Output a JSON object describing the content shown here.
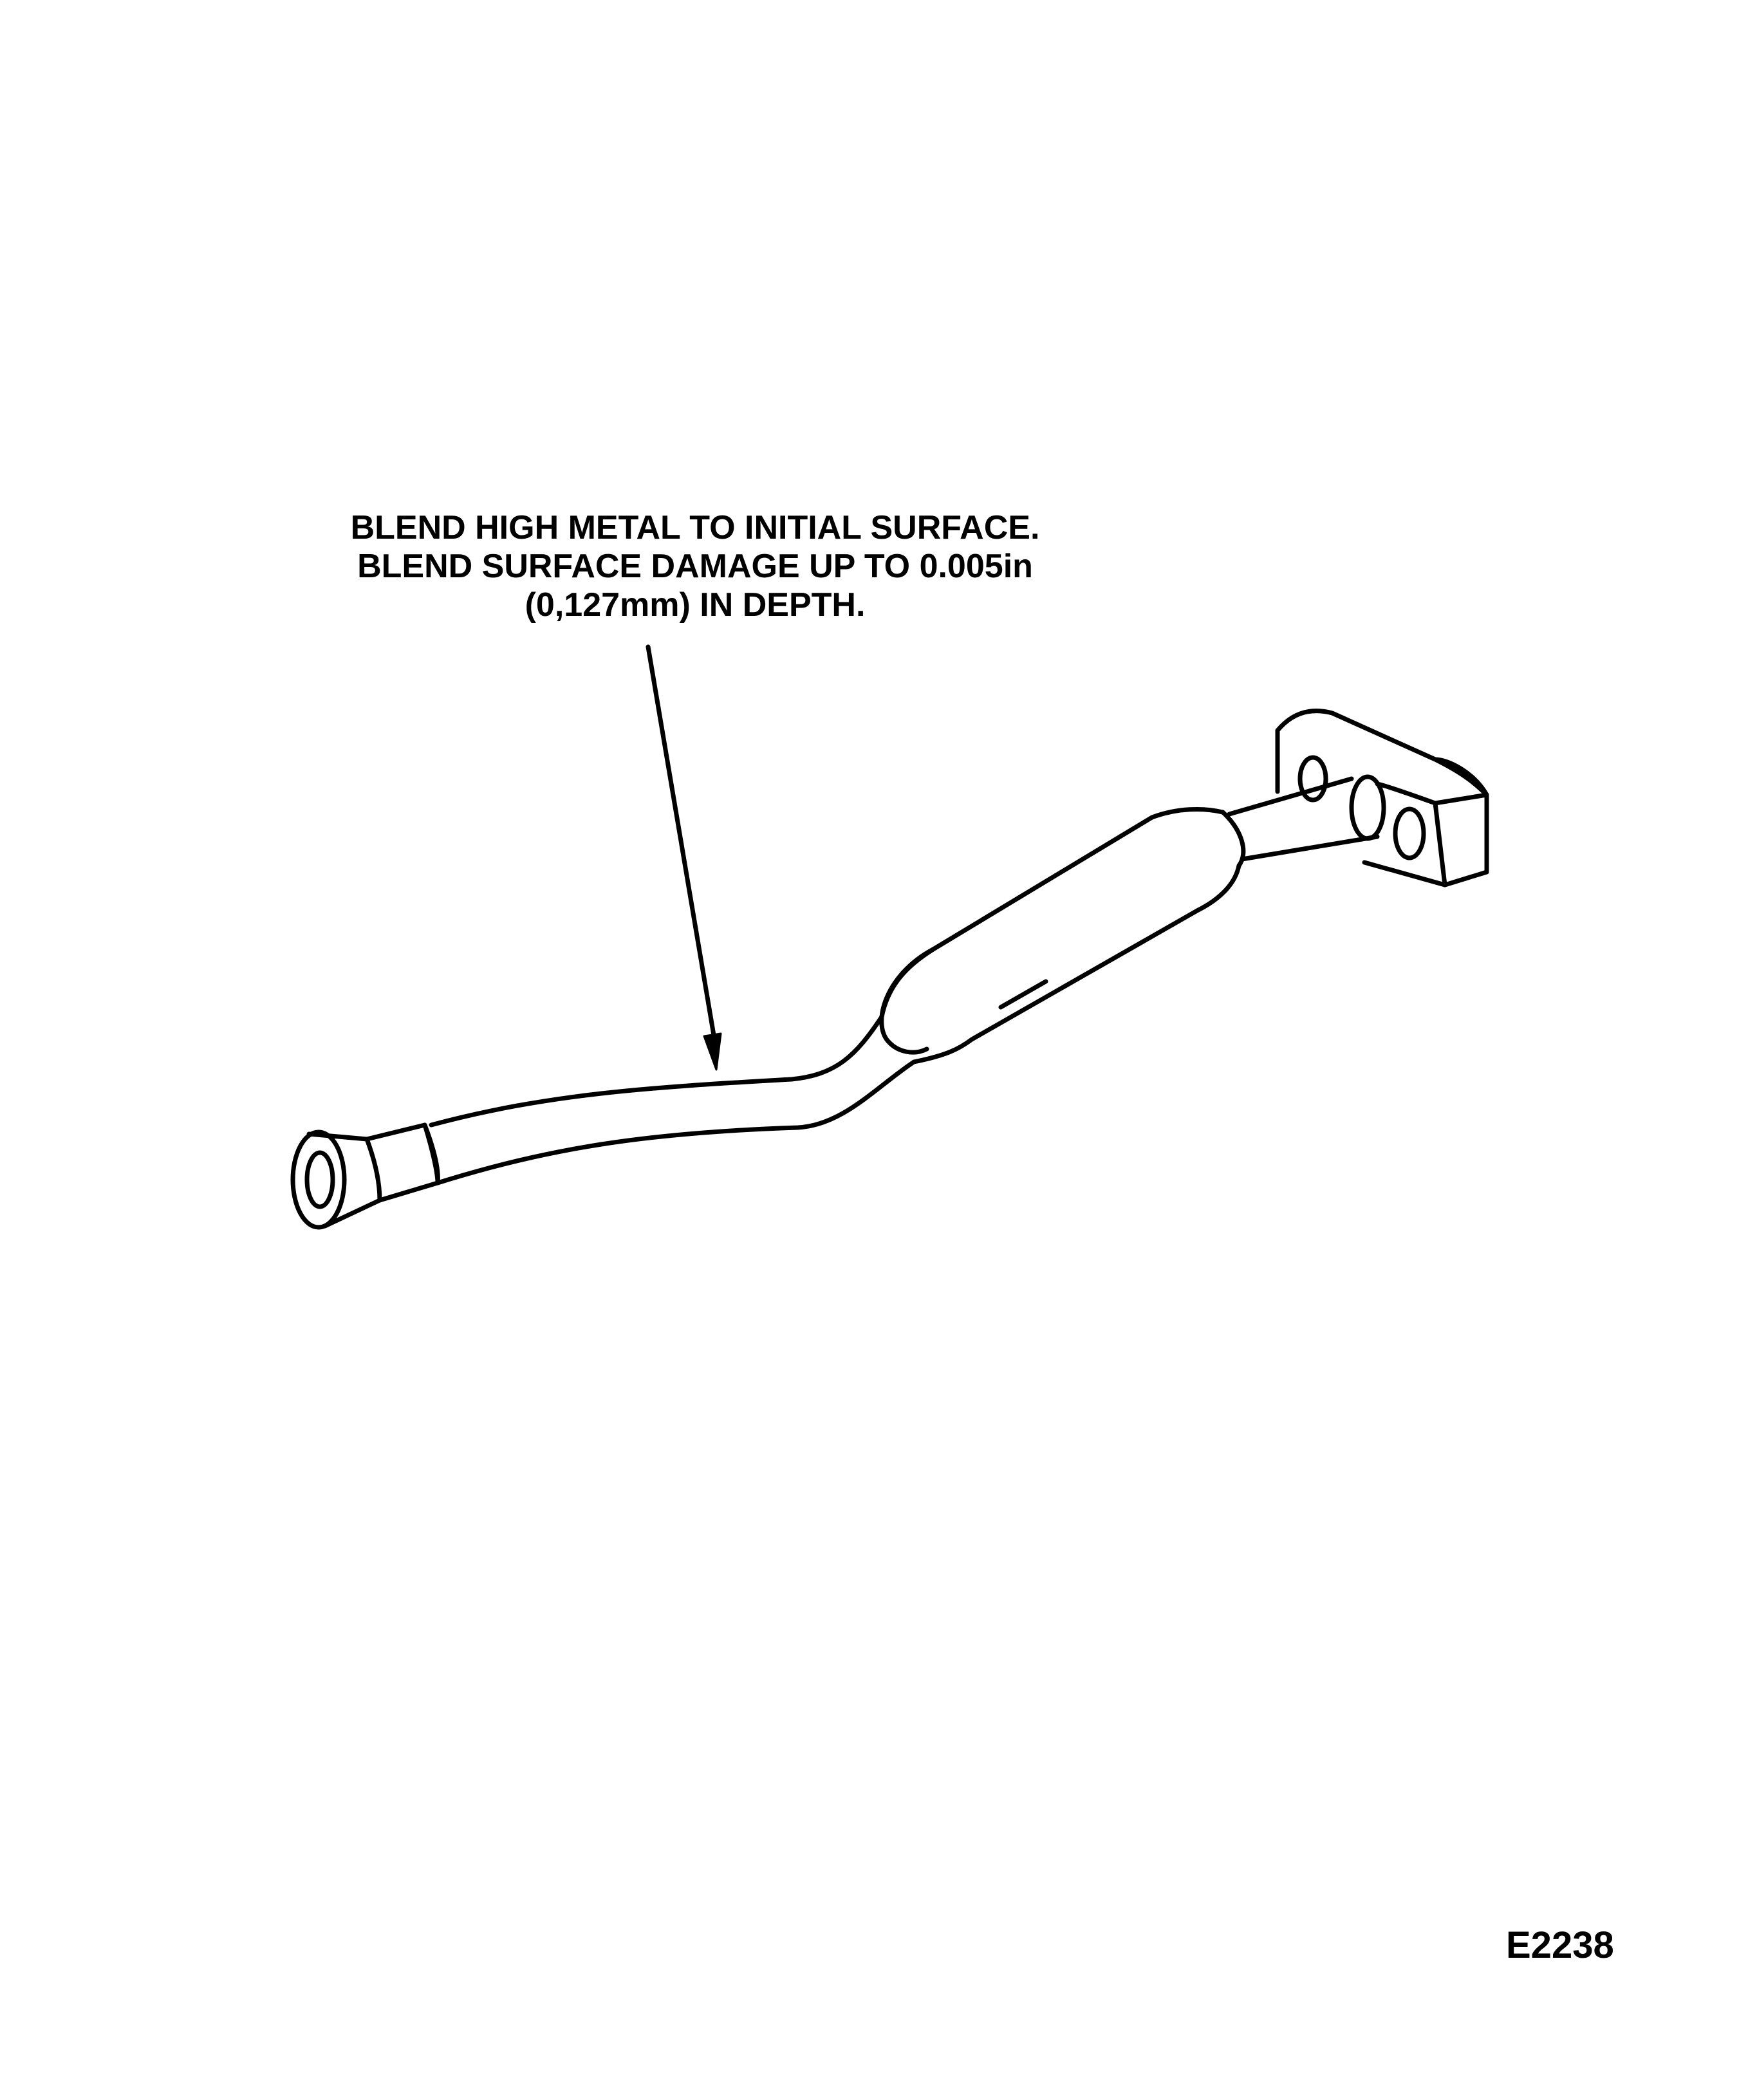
{
  "callout": {
    "line1": "BLEND HIGH METAL TO INITIAL SURFACE.",
    "line2": "BLEND SURFACE DAMAGE UP TO 0.005in",
    "line3": "(0,127mm) IN DEPTH."
  },
  "figure_id": "E2238",
  "colors": {
    "ink": "#000000",
    "paper": "#ffffff"
  }
}
